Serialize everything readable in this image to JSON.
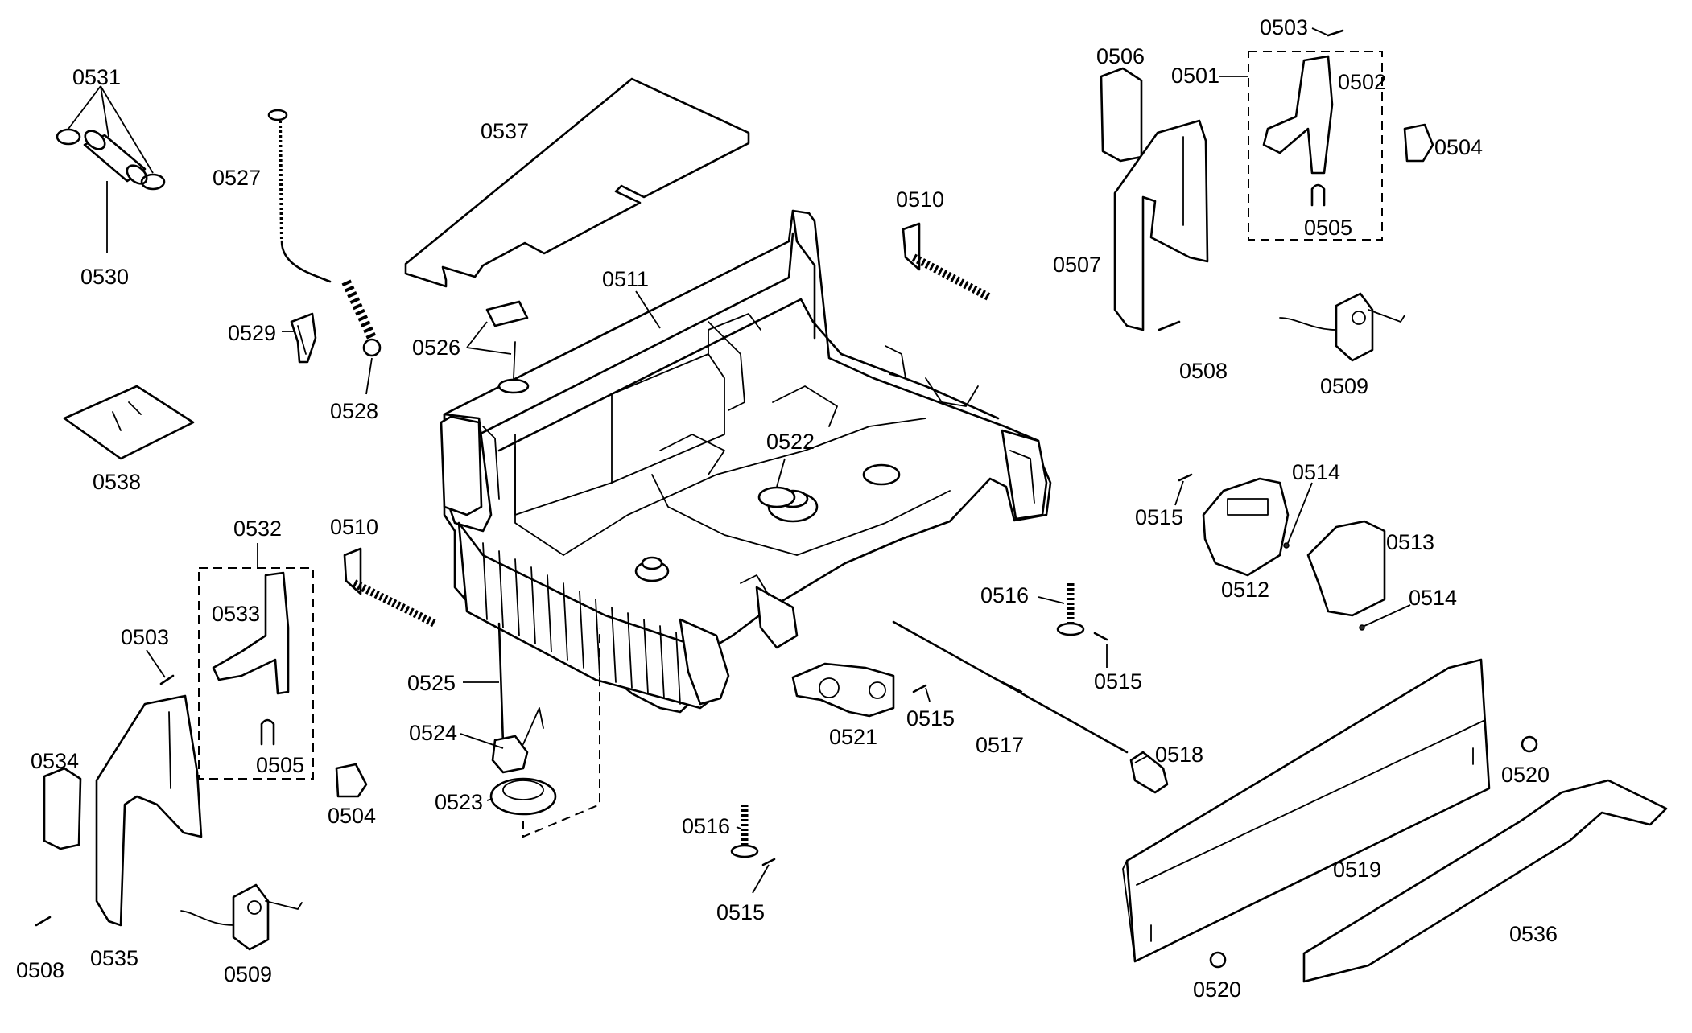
{
  "part_labels": {
    "p0501": "0501",
    "p0502": "0502",
    "p0503a": "0503",
    "p0503b": "0503",
    "p0504a": "0504",
    "p0504b": "0504",
    "p0505a": "0505",
    "p0505b": "0505",
    "p0506": "0506",
    "p0507": "0507",
    "p0508a": "0508",
    "p0508b": "0508",
    "p0509a": "0509",
    "p0509b": "0509",
    "p0510a": "0510",
    "p0510b": "0510",
    "p0511": "0511",
    "p0512": "0512",
    "p0513": "0513",
    "p0514a": "0514",
    "p0514b": "0514",
    "p0515a": "0515",
    "p0515b": "0515",
    "p0515c": "0515",
    "p0515d": "0515",
    "p0516a": "0516",
    "p0516b": "0516",
    "p0517": "0517",
    "p0518": "0518",
    "p0519": "0519",
    "p0520a": "0520",
    "p0520b": "0520",
    "p0521": "0521",
    "p0522": "0522",
    "p0523": "0523",
    "p0524": "0524",
    "p0525": "0525",
    "p0526": "0526",
    "p0527": "0527",
    "p0528": "0528",
    "p0529": "0529",
    "p0530": "0530",
    "p0531": "0531",
    "p0532": "0532",
    "p0533": "0533",
    "p0534": "0534",
    "p0535": "0535",
    "p0536": "0536",
    "p0537": "0537",
    "p0538": "0538"
  }
}
